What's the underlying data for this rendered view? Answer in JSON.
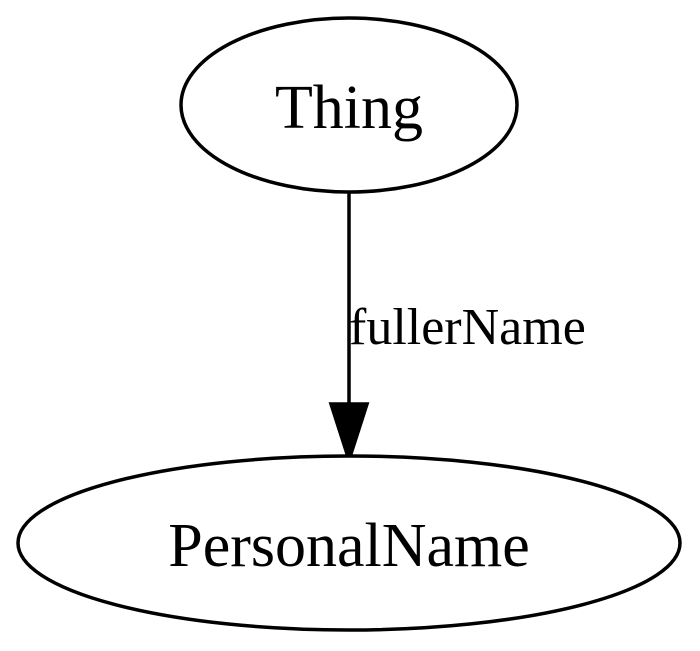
{
  "diagram": {
    "type": "directed-graph",
    "nodes": [
      {
        "id": "thing",
        "label": "Thing",
        "shape": "ellipse"
      },
      {
        "id": "personal-name",
        "label": "PersonalName",
        "shape": "ellipse"
      }
    ],
    "edges": [
      {
        "from": "thing",
        "to": "personal-name",
        "label": "fullerName",
        "arrow": "filled-triangle"
      }
    ],
    "colors": {
      "background": "#ffffff",
      "stroke": "#000000",
      "text": "#000000"
    }
  }
}
